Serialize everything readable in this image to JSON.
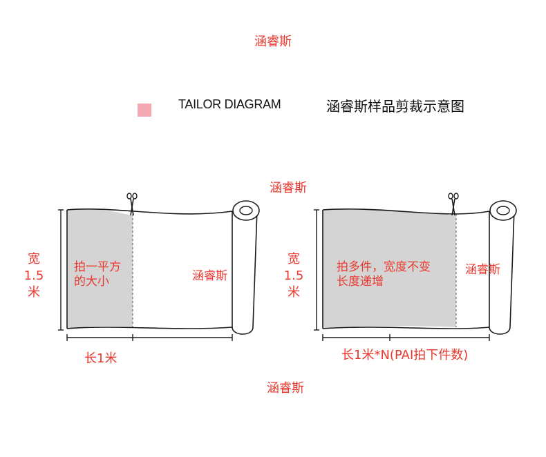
{
  "watermark": "涵睿斯",
  "header": {
    "en_title": "TAILOR DIAGRAM",
    "cn_title": "涵睿斯样品剪裁示意图"
  },
  "left": {
    "width_label": [
      "宽",
      "1.5",
      "米"
    ],
    "sample_text": [
      "拍一平方",
      "的大小"
    ],
    "roll_text": "涵睿斯",
    "length_label": "长1米"
  },
  "right": {
    "width_label": [
      "宽",
      "1.5",
      "米"
    ],
    "sample_text": [
      "拍多件，宽度不变",
      "长度递增"
    ],
    "roll_text": "涵睿斯",
    "length_label": "长1米*N(PAI拍下件数)"
  },
  "colors": {
    "accent_red": "#e8382f",
    "sample_fill": "#d4d4d4",
    "swatch": "#f4a9b2"
  },
  "icons": [
    "scissors-icon",
    "scissors-icon"
  ]
}
